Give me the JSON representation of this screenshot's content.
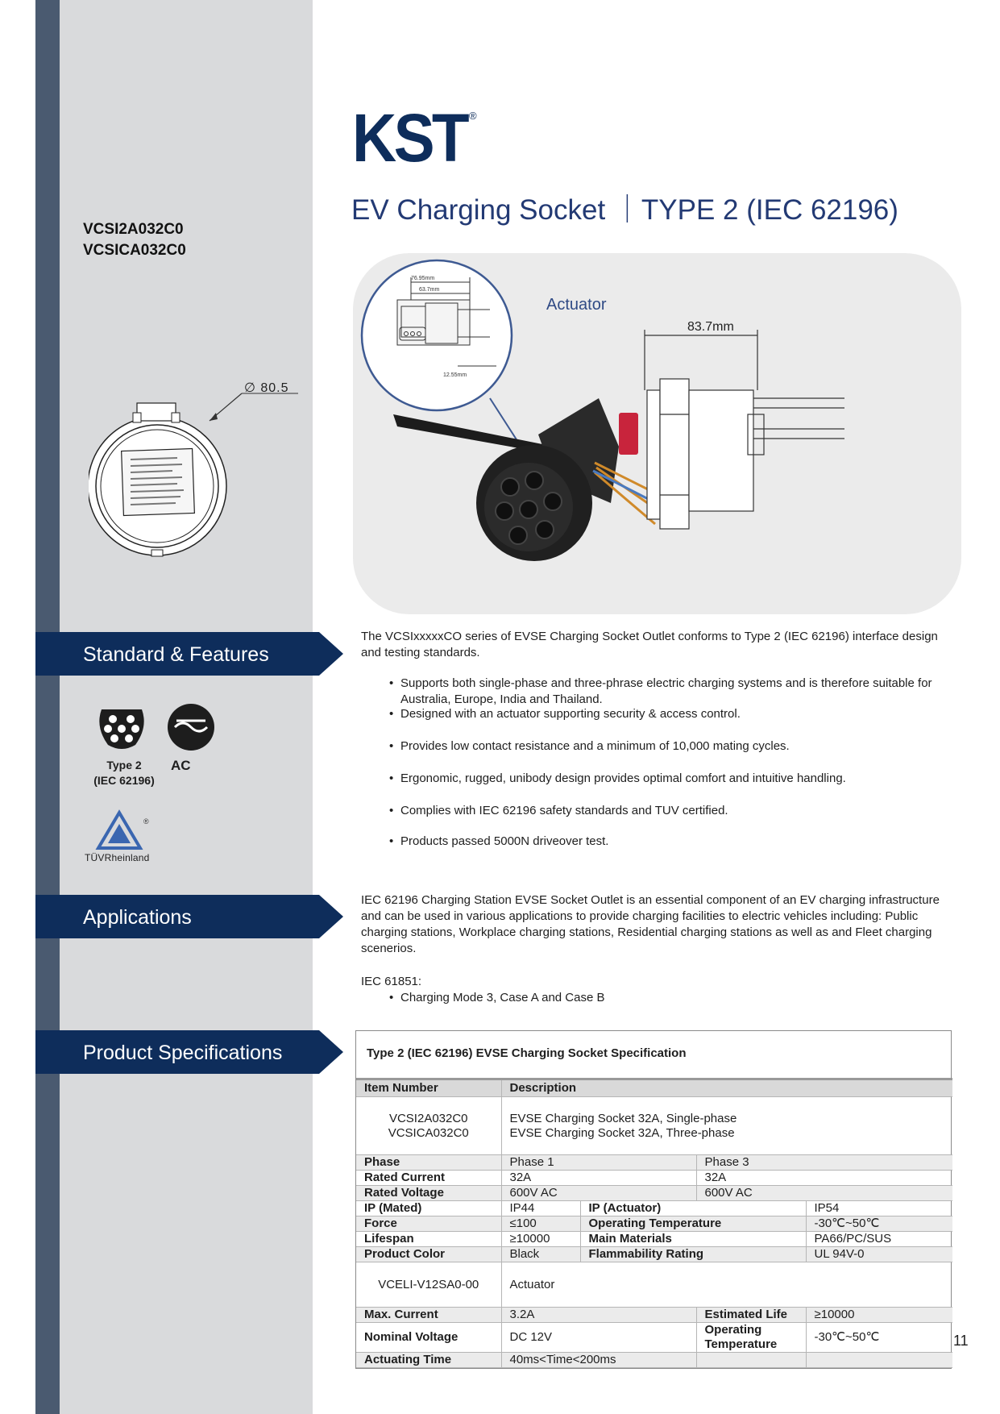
{
  "header": {
    "model_codes": [
      "VCSI2A032C0",
      "VCSICA032C0"
    ],
    "logo_text": "KST",
    "logo_mark": "®",
    "title": "EV Charging Socket ｜TYPE 2 (IEC 62196)"
  },
  "drawing": {
    "diameter_label": "∅ 80.5",
    "width_label": "83.7mm",
    "actuator_label": "Actuator",
    "zoom_dims": [
      "76.95mm",
      "63.7mm",
      "12.55mm"
    ]
  },
  "sections": {
    "standard": "Standard & Features",
    "applications": "Applications",
    "specs": "Product Specifications"
  },
  "badges": {
    "type2_line1": "Type 2",
    "type2_line2": "(IEC 62196)",
    "ac": "AC",
    "tuv": "TÜVRheinland",
    "tuv_mark": "®"
  },
  "features": {
    "intro": "The VCSIxxxxxCO series of EVSE Charging Socket Outlet conforms to Type 2 (IEC 62196) interface design and testing standards.",
    "bullets": [
      "Supports both single-phase and three-phrase electric charging systems and is therefore suitable for Australia, Europe, India and Thailand.",
      "Designed with an actuator supporting security & access control.",
      "Provides low contact resistance and a minimum of 10,000 mating cycles.",
      "Ergonomic, rugged, unibody design provides optimal comfort and intuitive handling.",
      "Complies with IEC 62196 safety standards and TUV certified.",
      "Products passed 5000N driveover test."
    ]
  },
  "applications": {
    "text": "IEC 62196 Charging Station EVSE Socket Outlet is an essential component of an EV charging infrastructure and can be used in various applications to provide charging facilities to electric vehicles including: Public charging stations, Workplace charging stations, Residential charging stations as well as and Fleet charging scenerios.",
    "iec_label": "IEC 61851:",
    "iec_item": "Charging Mode 3, Case A and Case B"
  },
  "spec_table": {
    "title": "Type 2 (IEC 62196) EVSE Charging Socket Specification",
    "col_item": "Item Number",
    "col_desc": "Description",
    "item_numbers": [
      "VCSI2A032C0",
      "VCSICA032C0"
    ],
    "descriptions": [
      "EVSE Charging Socket 32A, Single-phase",
      "EVSE Charging Socket 32A, Three-phase"
    ],
    "phase": {
      "label": "Phase",
      "v1": "Phase 1",
      "v3": "Phase 3"
    },
    "rated_current": {
      "label": "Rated Current",
      "v1": "32A",
      "v3": "32A"
    },
    "rated_voltage": {
      "label": "Rated Voltage",
      "v1": "600V AC",
      "v3": "600V AC"
    },
    "ip_mated": {
      "label": "IP (Mated)",
      "value": "IP44",
      "label2": "IP (Actuator)",
      "value2": "IP54"
    },
    "force": {
      "label": "Force",
      "value": "≤100",
      "label2": "Operating Temperature",
      "value2": "-30℃~50℃"
    },
    "lifespan": {
      "label": "Lifespan",
      "value": "≥10000",
      "label2": "Main Materials",
      "value2": "PA66/PC/SUS"
    },
    "color": {
      "label": "Product Color",
      "value": "Black",
      "label2": "Flammability Rating",
      "value2": "UL 94V-0"
    },
    "actuator_item": "VCELI-V12SA0-00",
    "actuator_desc": "Actuator",
    "max_current": {
      "label": "Max. Current",
      "value": "3.2A",
      "label2": "Estimated Life",
      "value2": "≥10000"
    },
    "nominal_voltage": {
      "label": "Nominal Voltage",
      "value": "DC 12V",
      "label2": "Operating Temperature",
      "value2": "-30℃~50℃"
    },
    "actuating_time": {
      "label": "Actuating Time",
      "value": "40ms<Time<200ms"
    }
  },
  "page_number": "11",
  "colors": {
    "navy": "#0e2d5b",
    "title_blue": "#233a74",
    "side_stripe": "#4a5a70",
    "side_grey": "#d9dadc"
  }
}
